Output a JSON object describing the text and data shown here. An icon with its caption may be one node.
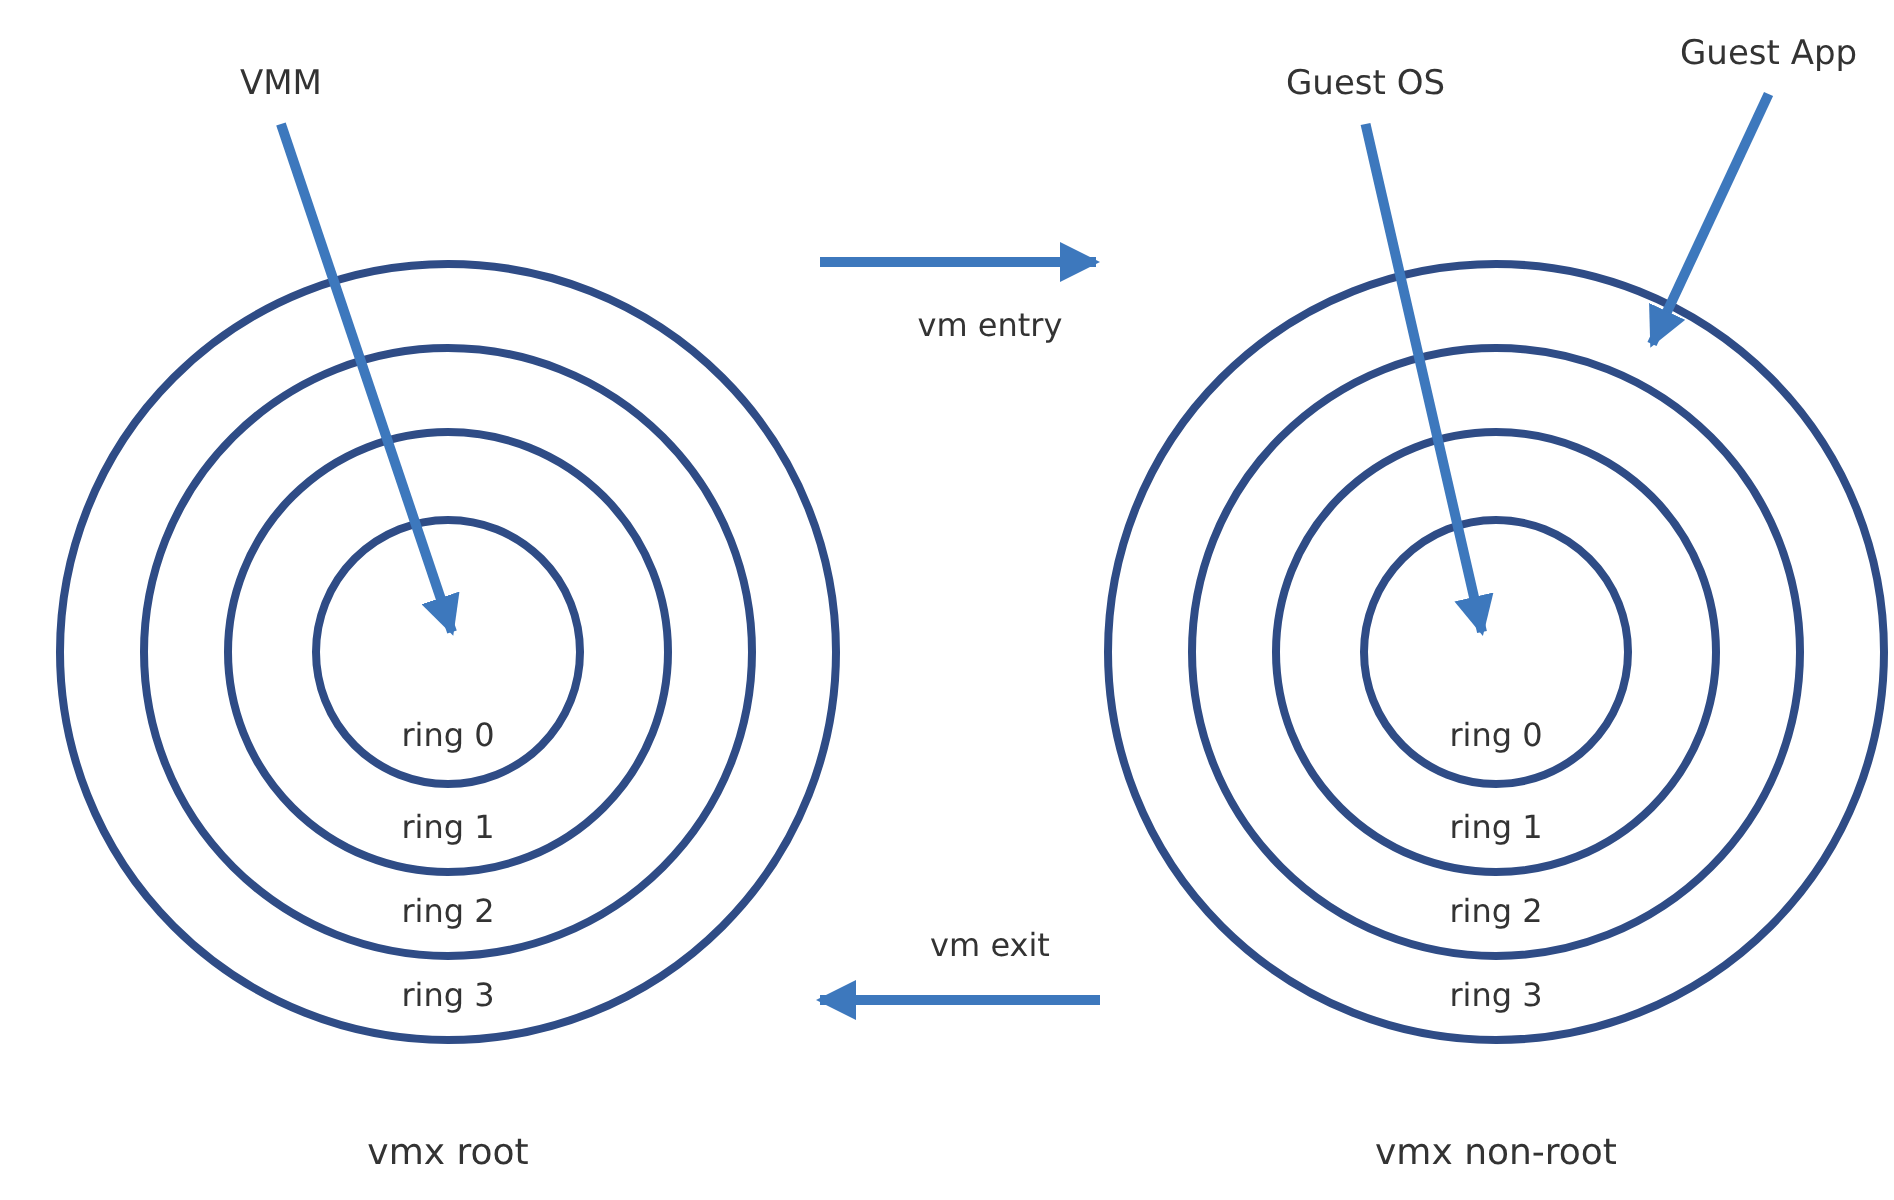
{
  "diagram": {
    "nodes": [
      {
        "text": [
          "ring 3"
        ],
        "beside": [
          "vmx root"
        ]
      },
      {
        "text": [
          "ring 2"
        ],
        "in": 0
      },
      {
        "text": [
          "ring 1"
        ],
        "in": 1
      },
      {
        "text": [
          "ring 0"
        ],
        "in": 2
      },
      {
        "text": [
          "ring 3"
        ],
        "beside": [
          "vmx non-root"
        ]
      },
      {
        "text": [
          "ring 2"
        ],
        "in": 4
      },
      {
        "text": [
          "ring 1"
        ],
        "in": 5
      },
      {
        "text": [
          "ring 0"
        ],
        "in": 6
      },
      {
        "text": [
          "VMM"
        ]
      },
      {
        "text": [
          "Guest OS"
        ]
      },
      {
        "text": [
          "Guest App"
        ]
      }
    ],
    "edges": [
      {
        "from": 8,
        "to": 3,
        "arrow": "to"
      },
      {
        "from": 0,
        "to": 4,
        "label": "vm entry",
        "arrow": "to"
      },
      {
        "from": 9,
        "to": 7,
        "arrow": "to"
      },
      {
        "from": 10,
        "to": 4,
        "arrow": "to"
      },
      {
        "from": 4,
        "to": 0,
        "label": "vm exit",
        "arrow": "to"
      }
    ]
  }
}
